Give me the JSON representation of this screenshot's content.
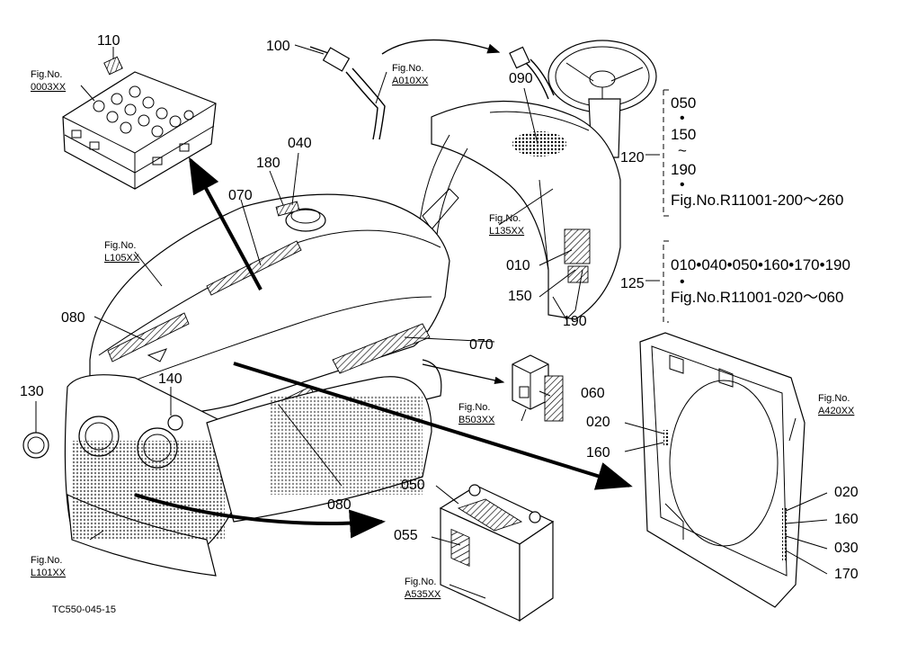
{
  "part_labels": {
    "p110": "110",
    "p100": "100",
    "p090": "090",
    "p040": "040",
    "p180": "180",
    "p070a": "070",
    "p070b": "070",
    "p080a": "080",
    "p080b": "080",
    "p130": "130",
    "p140": "140",
    "p120": "120",
    "p125": "125",
    "p010": "010",
    "p150": "150",
    "p190": "190",
    "p060": "060",
    "p020a": "020",
    "p160a": "160",
    "p020b": "020",
    "p160b": "160",
    "p030": "030",
    "p170": "170",
    "p050": "050",
    "p055": "055"
  },
  "fig_refs": {
    "f0003": {
      "title": "Fig.No.",
      "code": "0003XX"
    },
    "fA010": {
      "title": "Fig.No.",
      "code": "A010XX"
    },
    "fL105": {
      "title": "Fig.No.",
      "code": "L105XX"
    },
    "fL135": {
      "title": "Fig.No.",
      "code": "L135XX"
    },
    "fB503": {
      "title": "Fig.No.",
      "code": "B503XX"
    },
    "fA420": {
      "title": "Fig.No.",
      "code": "A420XX"
    },
    "fL101": {
      "title": "Fig.No.",
      "code": "L101XX"
    },
    "fA535": {
      "title": "Fig.No.",
      "code": "A535XX"
    }
  },
  "group_120": {
    "line1": "050",
    "dot1": "•",
    "line2": "150",
    "tilde": "~",
    "line3": "190",
    "dot2": "•",
    "line4": "Fig.No.R11001-200～260"
  },
  "group_125": {
    "line1": "010•040•050•160•170•190",
    "dot": "•",
    "line2": "Fig.No.R11001-020～060"
  },
  "drawing_code": "TC550-045-15"
}
